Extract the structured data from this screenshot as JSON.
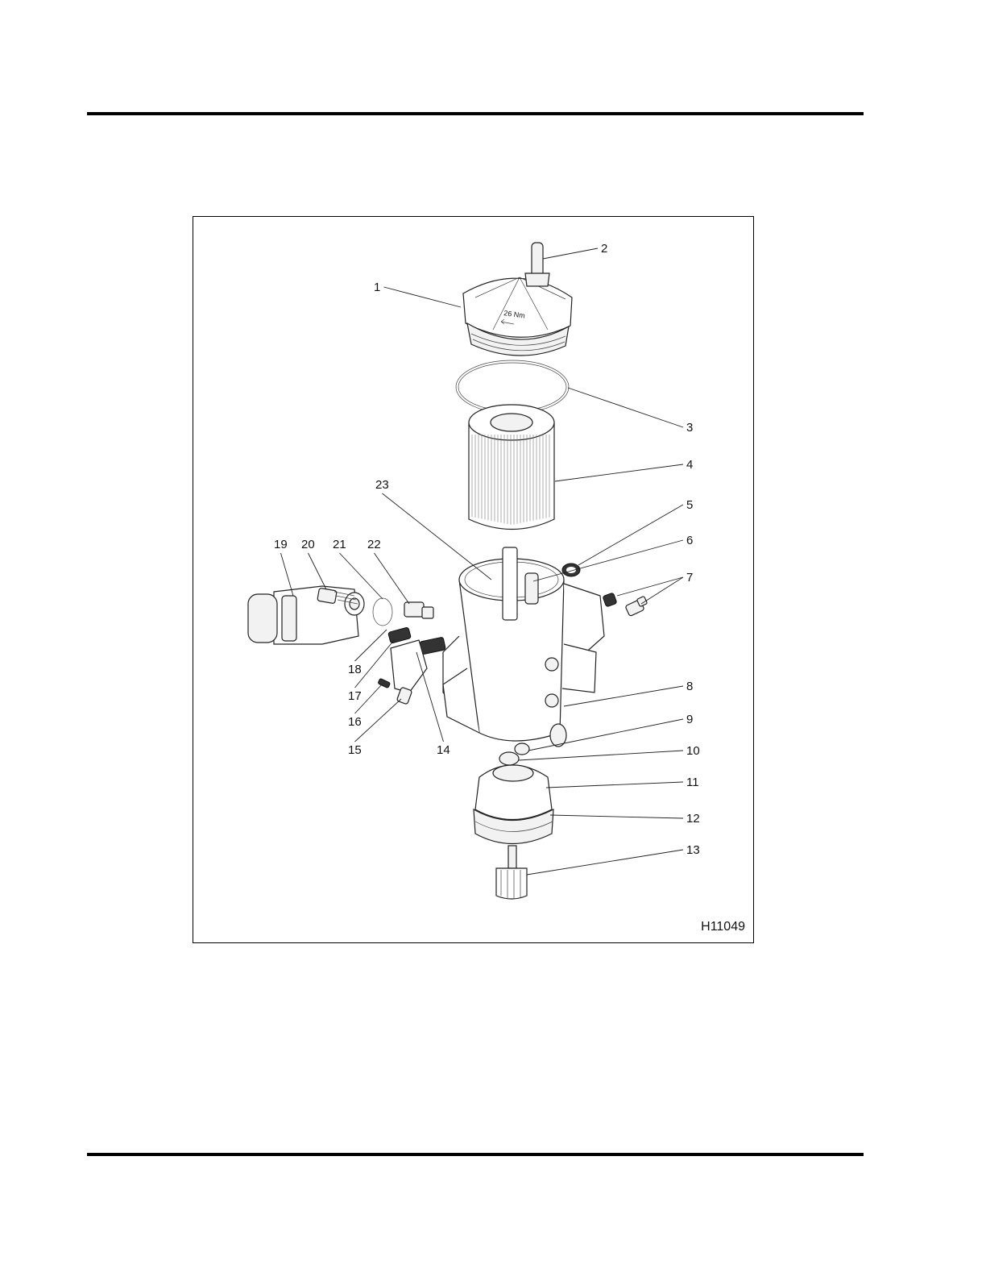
{
  "figure": {
    "id_label": "H11049",
    "torque_marking": "26 Nm",
    "callouts": [
      "1",
      "2",
      "3",
      "4",
      "5",
      "6",
      "7",
      "8",
      "9",
      "10",
      "11",
      "12",
      "13",
      "14",
      "15",
      "16",
      "17",
      "18",
      "19",
      "20",
      "21",
      "22",
      "23"
    ]
  }
}
